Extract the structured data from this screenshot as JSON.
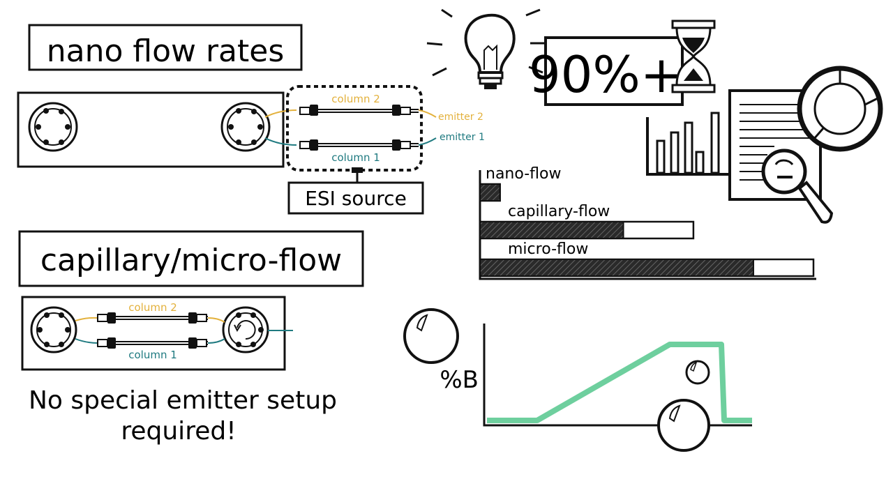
{
  "nano": {
    "title": "nano flow rates",
    "column_top": "column 2",
    "column_bottom": "column 1",
    "emitter_top": "emitter 2",
    "emitter_bottom": "emitter 1",
    "source": "ESI source"
  },
  "micro": {
    "title": "capillary/micro-flow",
    "column_top": "column 2",
    "column_bottom": "column 1",
    "note_line1": "No special emitter setup",
    "note_line2": "required!"
  },
  "efficiency": {
    "label": "90%+"
  },
  "gradient": {
    "ylabel": "%B"
  },
  "colors": {
    "column_2": "#e3b13c",
    "column_1": "#1f7a80",
    "gradient_line": "#6ecf9e",
    "ink": "#111111"
  },
  "icons": [
    "lightbulb-icon",
    "hourglass-icon",
    "bar-chart-icon",
    "document-icon",
    "magnifier-icon",
    "donut-chart-icon",
    "bubble-icon"
  ],
  "chart_data": {
    "type": "bar",
    "orientation": "horizontal",
    "categories": [
      "nano-flow",
      "capillary-flow",
      "micro-flow"
    ],
    "series": [
      {
        "values": [
          6,
          43,
          82
        ]
      },
      {
        "values": [
          6,
          64,
          100
        ]
      }
    ]
  }
}
